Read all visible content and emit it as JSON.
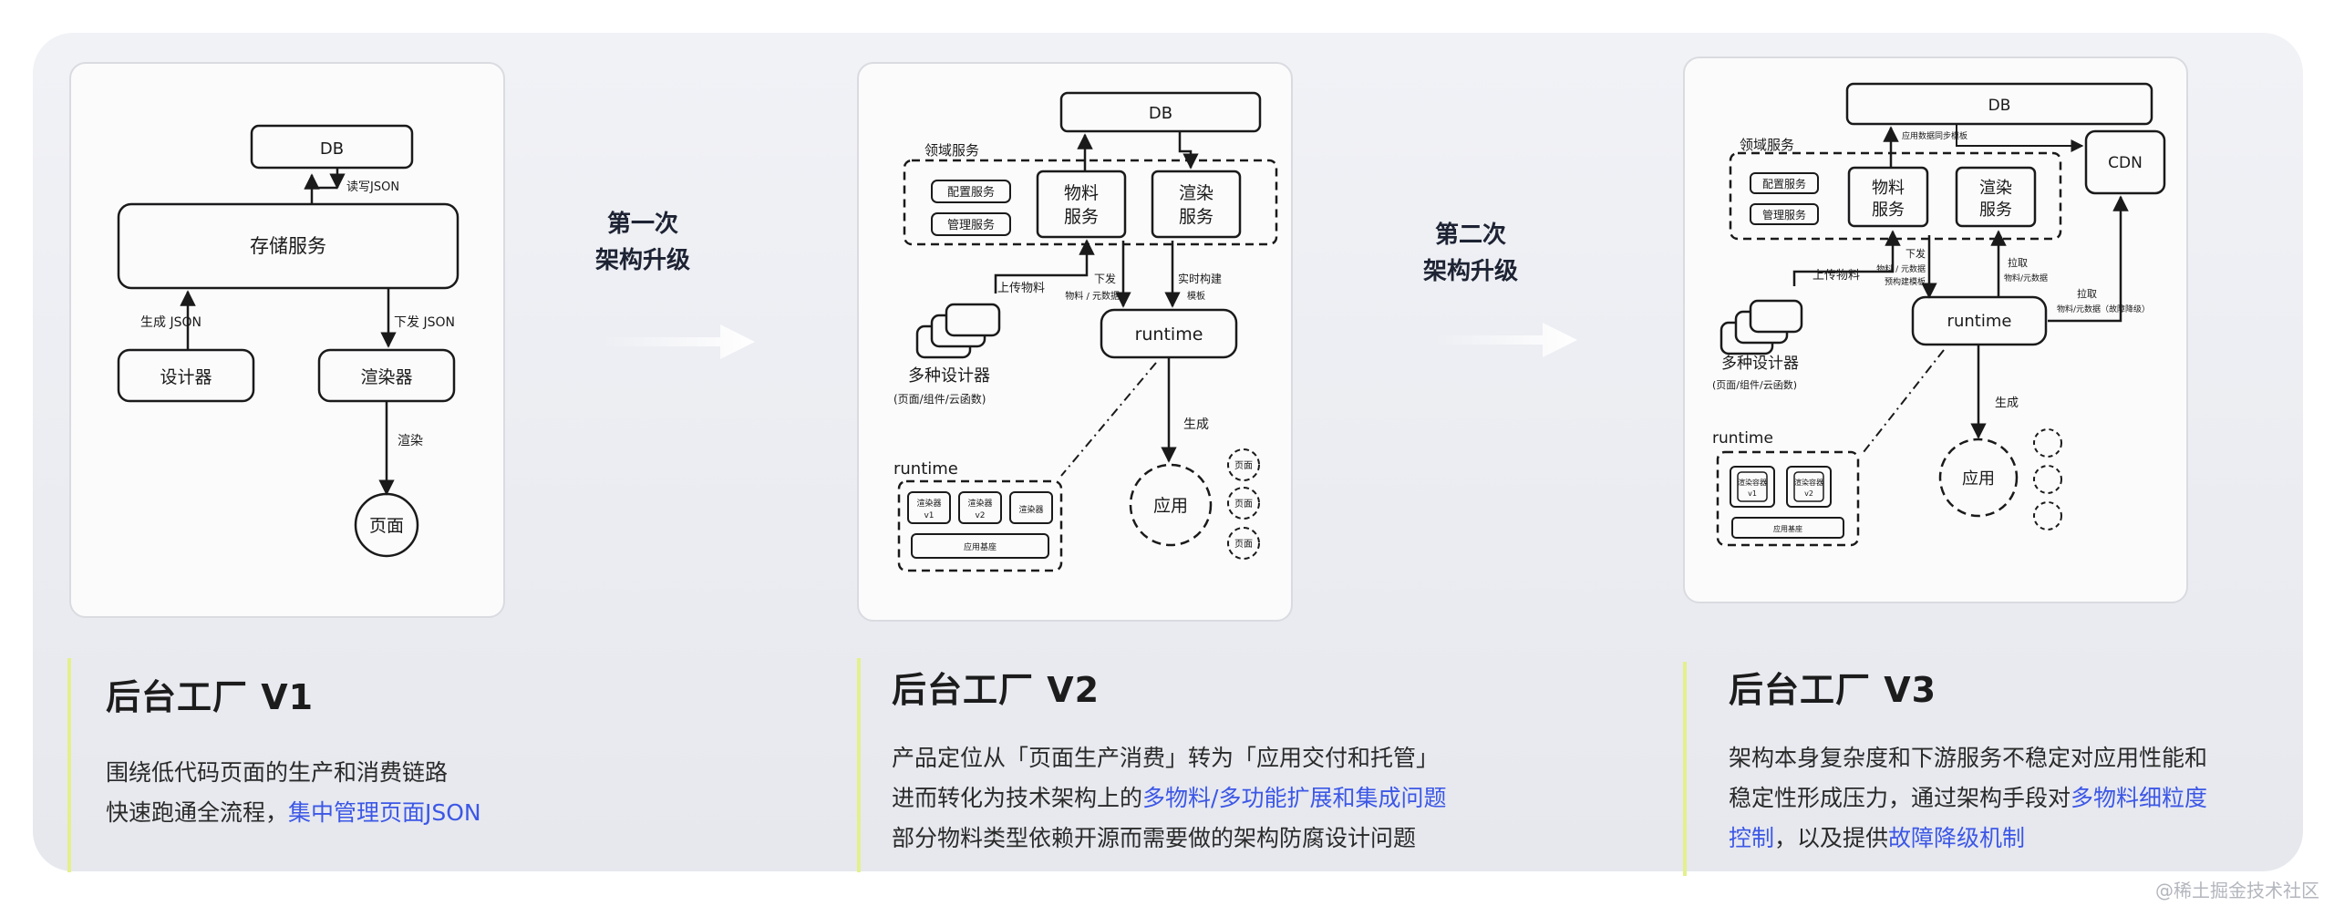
{
  "upgrades": [
    {
      "line1": "第一次",
      "line2": "架构升级"
    },
    {
      "line1": "第二次",
      "line2": "架构升级"
    }
  ],
  "columns": [
    {
      "title": "后台工厂 V1",
      "desc_line1": "围绕低代码页面的生产和消费链路",
      "desc_line2_a": "快速跑通全流程，",
      "desc_line2_b": "集中管理页面JSON"
    },
    {
      "title": "后台工厂  V2",
      "desc_line1": "产品定位从「页面生产消费」转为「应用交付和托管」",
      "desc_line2_a": "进而转化为技术架构上的",
      "desc_line2_b": "多物料/多功能扩展和集成问题",
      "desc_line3": "部分物料类型依赖开源而需要做的架构防腐设计问题"
    },
    {
      "title": "后台工厂 V3",
      "desc_line1": "架构本身复杂度和下游服务不稳定对应用性能和",
      "desc_line2_a": "稳定性形成压力，通过架构手段对",
      "desc_line2_b": "多物料细粒度",
      "desc_line3_a": "控制",
      "desc_line3_b": "，以及提供",
      "desc_line3_c": "故障降级机制"
    }
  ],
  "v1": {
    "db": "DB",
    "rw_json": "读写JSON",
    "storage": "存储服务",
    "gen_json": "生成 JSON",
    "dispatch_json": "下发 JSON",
    "designer": "设计器",
    "renderer": "渲染器",
    "render": "渲染",
    "page": "页面"
  },
  "v2": {
    "db": "DB",
    "domain_services": "领域服务",
    "config_service": "配置服务",
    "manage_service": "管理服务",
    "material_service_1": "物料",
    "material_service_2": "服务",
    "render_service_1": "渲染",
    "render_service_2": "服务",
    "upload_material": "上传物料",
    "dispatch": "下发",
    "dispatch_sub": "物料 / 元数据",
    "realtime_build": "实时构建",
    "realtime_build_sub": "模板",
    "designers": "多种设计器",
    "designers_sub": "(页面/组件/云函数)",
    "runtime": "runtime",
    "generate": "生成",
    "runtime_box": "runtime",
    "renderer_v1_a": "渲染器",
    "renderer_v1_b": "v1",
    "renderer_v2_a": "渲染器",
    "renderer_v2_b": "v2",
    "renderer_v3": "渲染器",
    "app_base": "应用基座",
    "app": "应用",
    "page": "页面"
  },
  "v3": {
    "db": "DB",
    "cdn": "CDN",
    "sync_note": "应用数据同步模板",
    "domain_services": "领域服务",
    "config_service": "配置服务",
    "manage_service": "管理服务",
    "material_service_1": "物料",
    "material_service_2": "服务",
    "render_service_1": "渲染",
    "render_service_2": "服务",
    "upload_material": "上传物料",
    "dispatch": "下发",
    "dispatch_sub1": "物料 / 元数据",
    "dispatch_sub2": "预构建模板",
    "pull": "拉取",
    "pull_sub": "物料/元数据",
    "pull2": "拉取",
    "pull2_sub": "物料/元数据（故障降级）",
    "designers": "多种设计器",
    "designers_sub": "(页面/组件/云函数)",
    "runtime": "runtime",
    "generate": "生成",
    "runtime_box": "runtime",
    "renderer_v1_a": "渲染容器",
    "renderer_v1_b": "v1",
    "renderer_v2_a": "渲染容器",
    "renderer_v2_b": "v2",
    "app_base": "应用基座",
    "app": "应用"
  },
  "watermark": "@稀土掘金技术社区"
}
